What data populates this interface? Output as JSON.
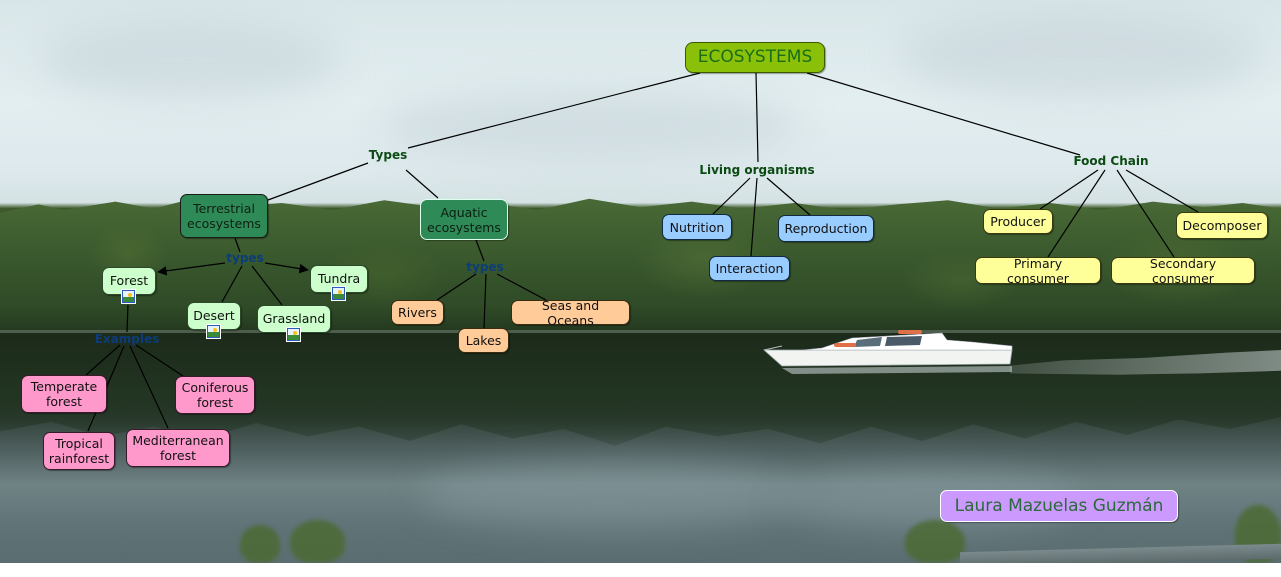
{
  "map": {
    "root": "ECOSYSTEMS",
    "branches": {
      "types": {
        "label": "Types",
        "terrestrial": {
          "label": "Terrestrial ecosystems",
          "link_label": "types",
          "children": [
            "Forest",
            "Desert",
            "Grassland",
            "Tundra"
          ],
          "forest_examples": {
            "link_label": "Examples",
            "children": [
              "Temperate forest",
              "Coniferous forest",
              "Tropical rainforest",
              "Mediterranean forest"
            ]
          }
        },
        "aquatic": {
          "label": "Aquatic ecosystems",
          "link_label": "types",
          "children": [
            "Rivers",
            "Lakes",
            "Seas and Oceans"
          ]
        }
      },
      "living": {
        "label": "Living organisms",
        "children": [
          "Nutrition",
          "Interaction",
          "Reproduction"
        ]
      },
      "food_chain": {
        "label": "Food Chain",
        "children": [
          "Producer",
          "Primary consumer",
          "Secondary consumer",
          "Decomposer"
        ]
      }
    },
    "author": "Laura Mazuelas Guzmán",
    "icons": {
      "image_attachment": "image-icon"
    },
    "colors": {
      "root": "#8ac007",
      "terrestrial": "#2e8b57",
      "biome": "#ccffcc",
      "forest_example": "#ff99cc",
      "aquatic_type": "#ffcc99",
      "living": "#99ccff",
      "food_chain": "#ffff99",
      "author": "#cc99ff"
    }
  }
}
